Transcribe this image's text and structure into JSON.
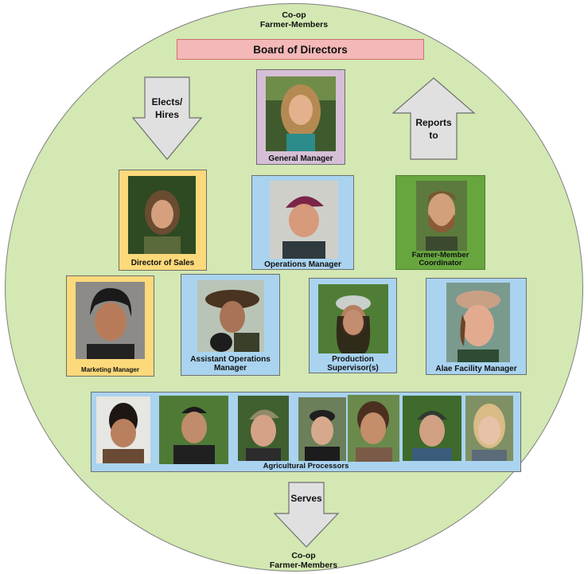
{
  "diagram": {
    "top_label_line1": "Co-op",
    "top_label_line2": "Farmer-Members",
    "board": "Board of Directors",
    "arrow_left_line1": "Elects/",
    "arrow_left_line2": "Hires",
    "arrow_right_line1": "Reports",
    "arrow_right_line2": "to",
    "arrow_bottom": "Serves",
    "bottom_label_line1": "Co-op",
    "bottom_label_line2": "Farmer-Members",
    "roles": {
      "general_manager": "General Manager",
      "director_of_sales": "Director of Sales",
      "operations_manager": "Operations Manager",
      "farmer_member_coordinator_line1": "Farmer-Member",
      "farmer_member_coordinator_line2": "Coordinator",
      "marketing_manager": "Marketing Manager",
      "assistant_ops_line1": "Assistant Operations",
      "assistant_ops_line2": "Manager",
      "production_line1": "Production",
      "production_line2": "Supervisor(s)",
      "alae_facility_manager": "Alae Facility Manager",
      "agricultural_processors": "Agricultural Processors"
    },
    "colors": {
      "circle": "#d3e8b2",
      "board": "#f4b8b8",
      "general_manager_card": "#d5bfd6",
      "yellow_card": "#fcd97a",
      "blue_card": "#a9d3ef",
      "green_card": "#67a63f",
      "arrow": "#e0e0e0"
    }
  }
}
